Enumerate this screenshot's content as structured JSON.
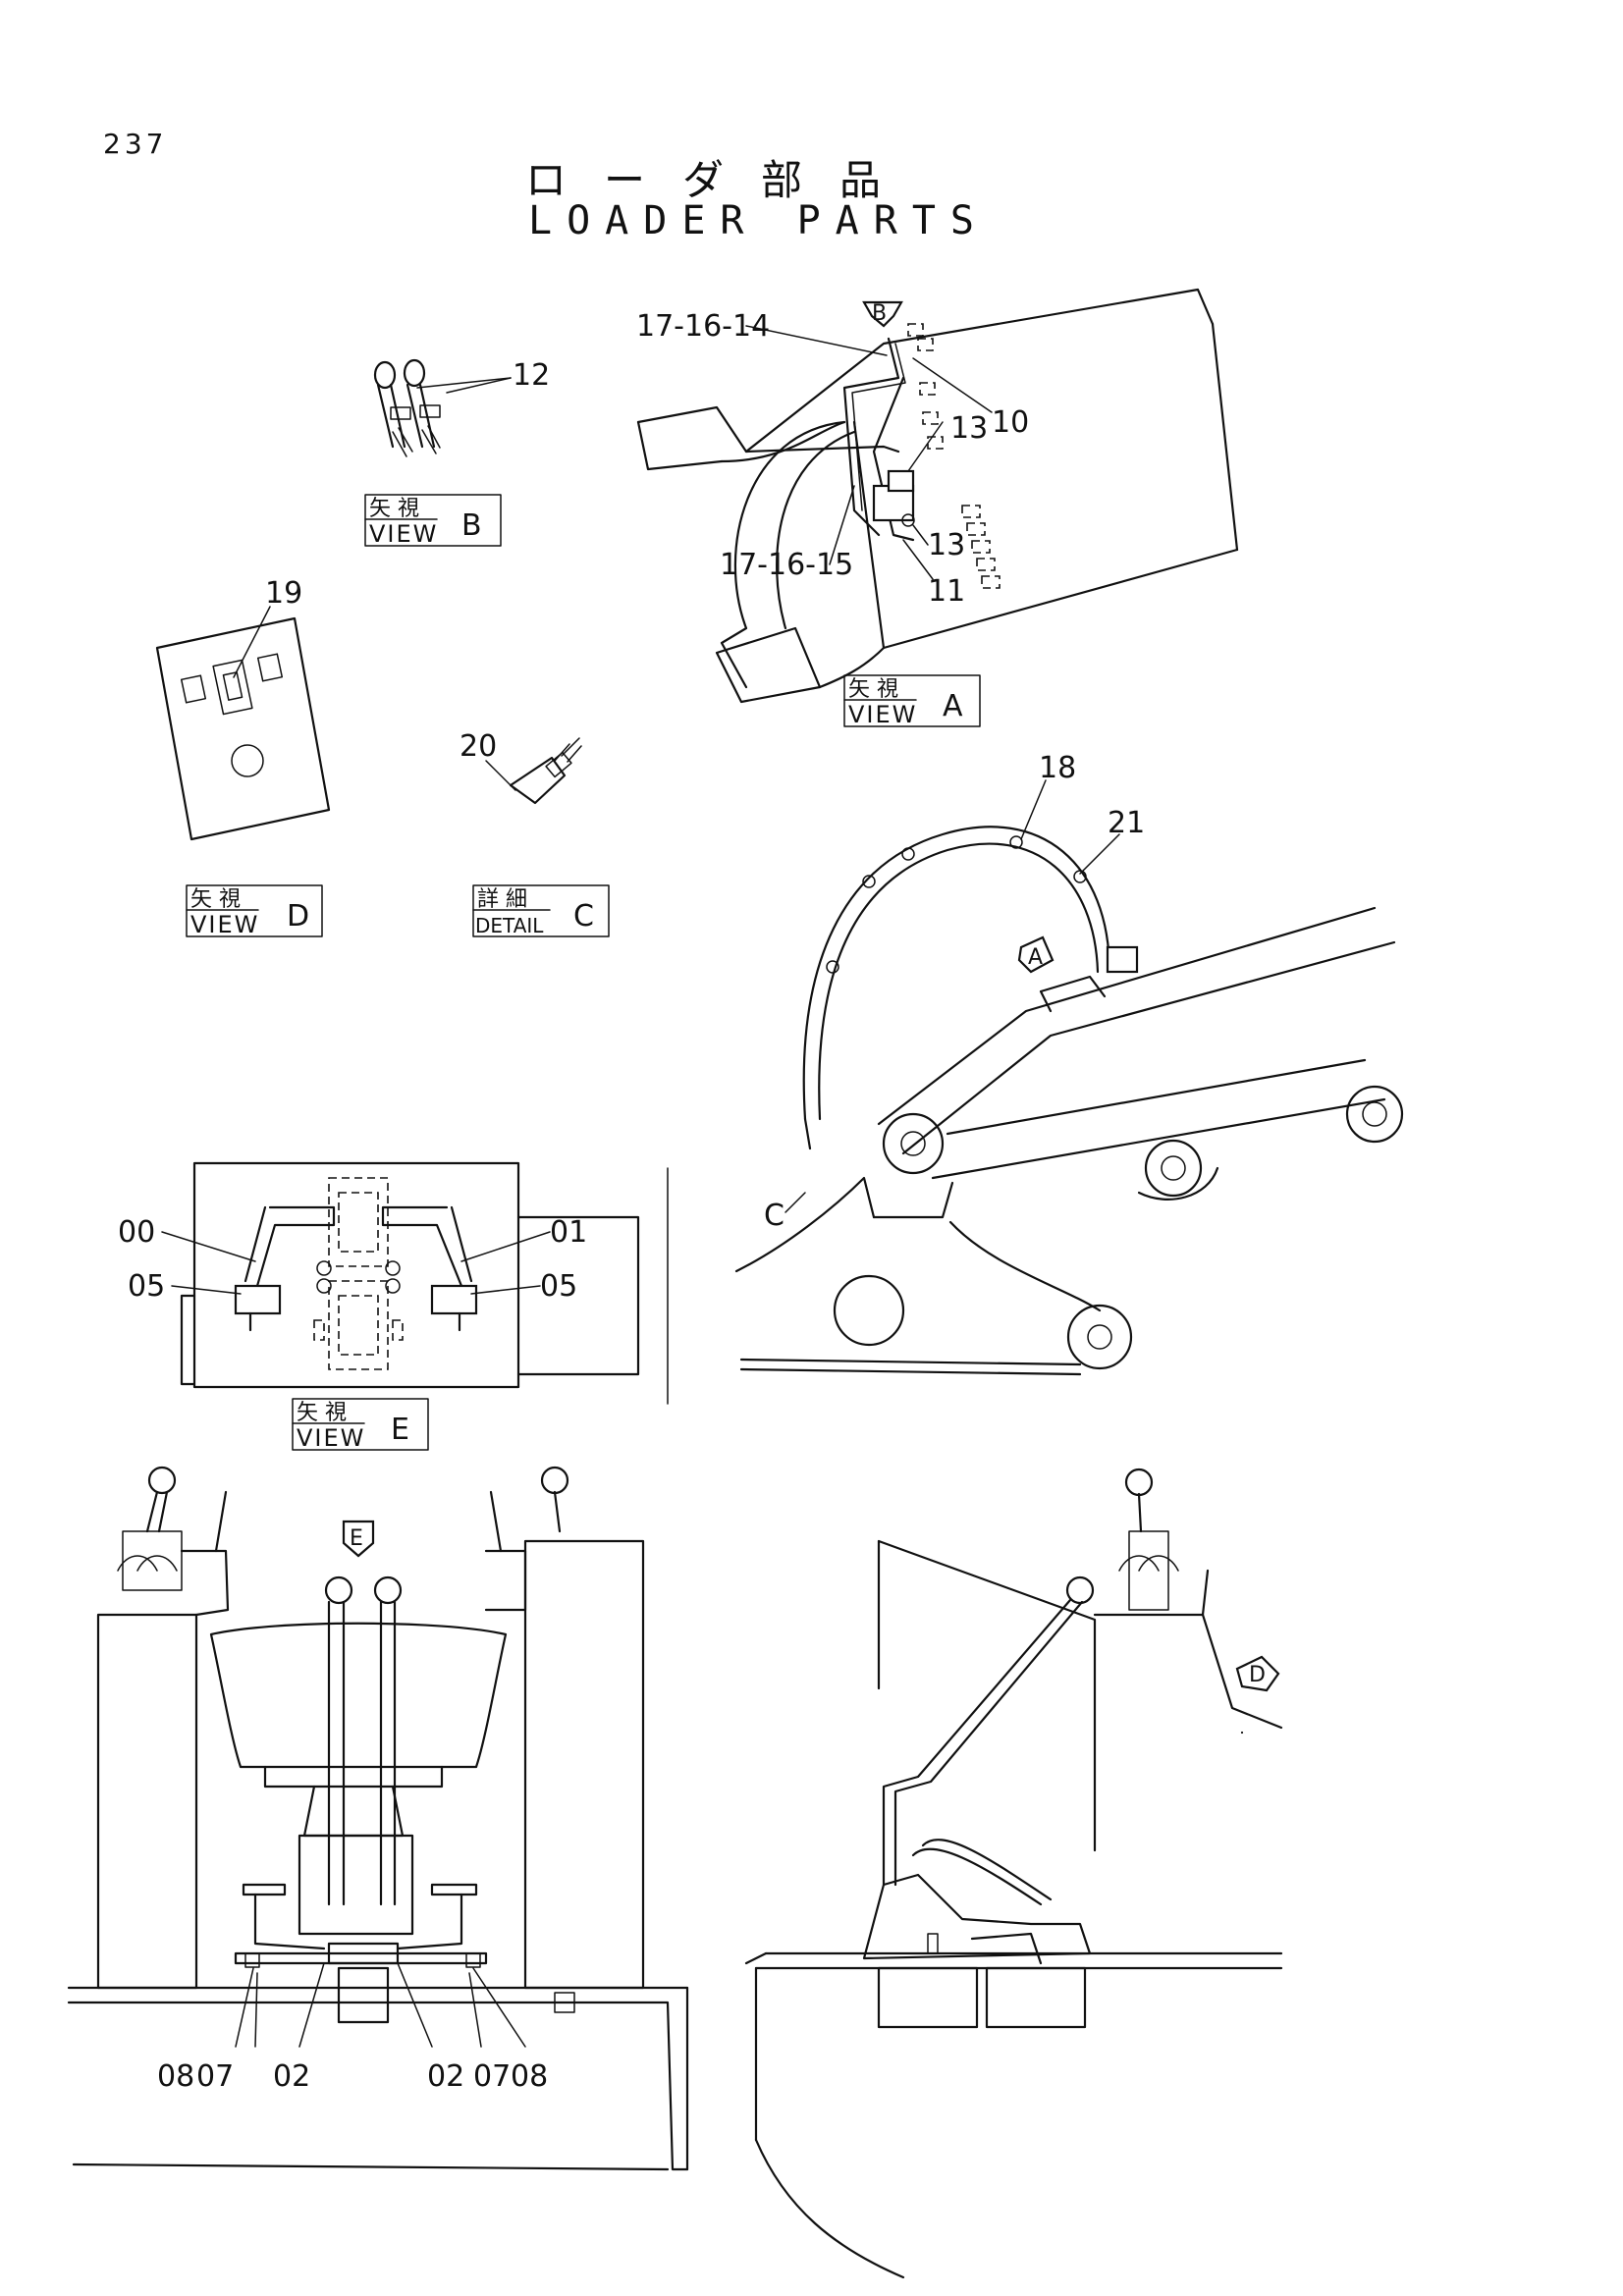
{
  "page_number": "237",
  "title_ja": "ローダ部品",
  "title_en": "LOADER PARTS",
  "views": {
    "b": {
      "kanji": "矢 視",
      "word": "VIEW",
      "letter": "B"
    },
    "a": {
      "kanji": "矢 視",
      "word": "VIEW",
      "letter": "A"
    },
    "d": {
      "kanji": "矢 視",
      "word": "VIEW",
      "letter": "D"
    },
    "c": {
      "kanji": "詳 細",
      "word": "DETAIL",
      "letter": "C"
    },
    "e": {
      "kanji": "矢 視",
      "word": "VIEW",
      "letter": "E"
    }
  },
  "arrows": {
    "b": "B",
    "a": "A",
    "c": "C",
    "e": "E",
    "d": "D"
  },
  "callouts": {
    "c17_16_14": "17-16-14",
    "c12": "12",
    "c10": "10",
    "c13_top": "13",
    "c13_bot": "13",
    "c17_16_15": "17-16-15",
    "c11": "11",
    "c19": "19",
    "c20": "20",
    "c18": "18",
    "c21": "21",
    "c00": "00",
    "c01": "01",
    "c05_left": "05",
    "c05_right": "05",
    "c08_left": "08",
    "c07_left": "07",
    "c02_left": "02",
    "c02_right": "02",
    "c07_right": "07",
    "c08_right": "08"
  }
}
